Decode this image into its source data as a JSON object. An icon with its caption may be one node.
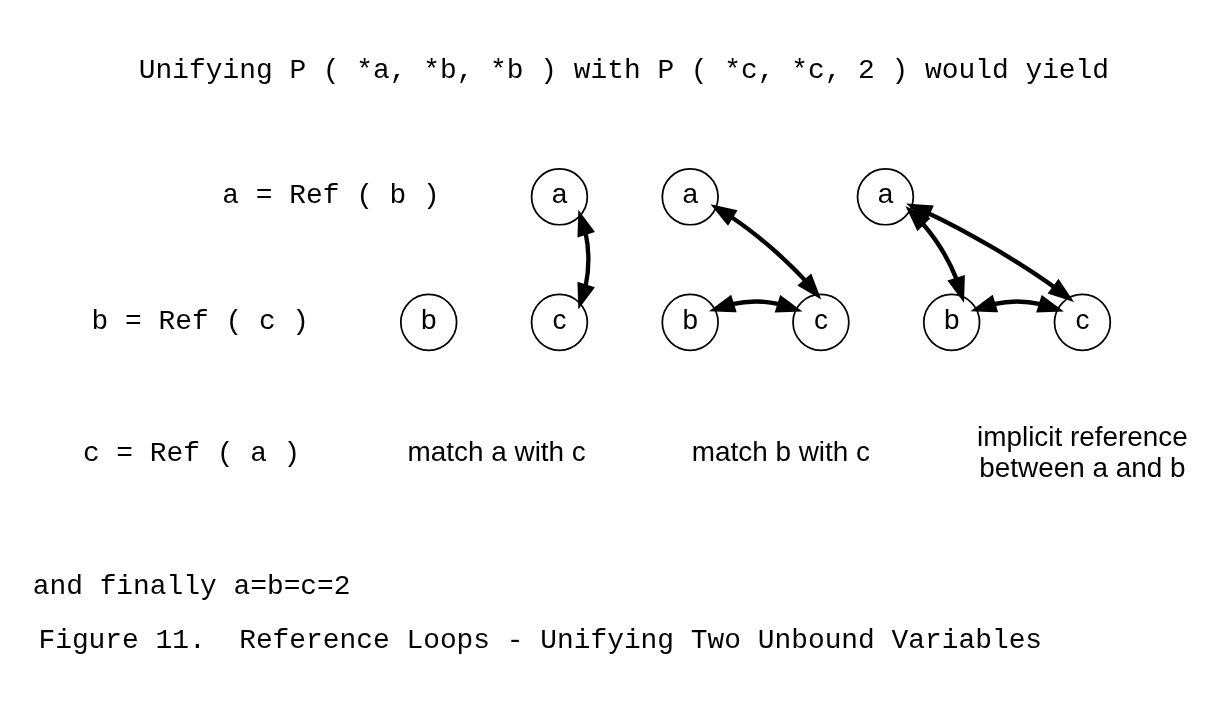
{
  "diagram": {
    "caption": "Figure 11.  Reference Loops - Unifying Two Unbound Variables",
    "nodes": [
      {
        "text": [
          "a"
        ]
      },
      {
        "text": [
          "b"
        ]
      },
      {
        "text": [
          "c"
        ]
      },
      {
        "text": [
          "a"
        ]
      },
      {
        "text": [
          "b"
        ]
      },
      {
        "text": [
          "c"
        ]
      },
      {
        "text": [
          "a"
        ]
      },
      {
        "text": [
          "b"
        ]
      },
      {
        "text": [
          "c"
        ]
      }
    ],
    "edges": [
      {
        "from": 0,
        "to": 2,
        "arrow": "both"
      },
      {
        "from": 3,
        "to": 5,
        "arrow": "both"
      },
      {
        "from": 4,
        "to": 5,
        "arrow": "both"
      },
      {
        "from": 6,
        "to": 7,
        "arrow": "both"
      },
      {
        "from": 6,
        "to": 8,
        "arrow": "both"
      },
      {
        "from": 7,
        "to": 8,
        "arrow": "both"
      }
    ],
    "labels": [
      "Unifying P ( *a, *b, *b ) with P ( *c, *c, 2 ) would yield",
      "a = Ref ( b )",
      "b = Ref ( c )",
      "c = Ref ( a )",
      "match a with c",
      "match b with c",
      "implicit reference between a and b",
      "and finally a=b=c=2"
    ]
  }
}
